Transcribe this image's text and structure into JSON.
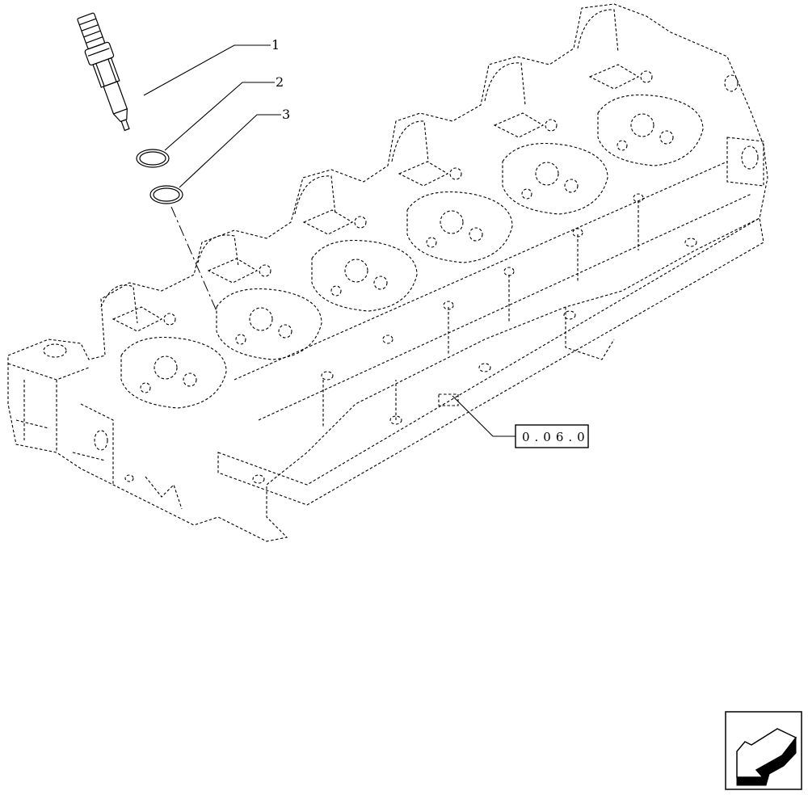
{
  "callouts": [
    {
      "id": "injector",
      "label": "1"
    },
    {
      "id": "upper-seal-ring",
      "label": "2"
    },
    {
      "id": "lower-seal-ring",
      "label": "3"
    }
  ],
  "reference_box": {
    "label": "0.06.0"
  },
  "nav_arrow": {
    "icon": "previous-page-arrow-icon"
  }
}
